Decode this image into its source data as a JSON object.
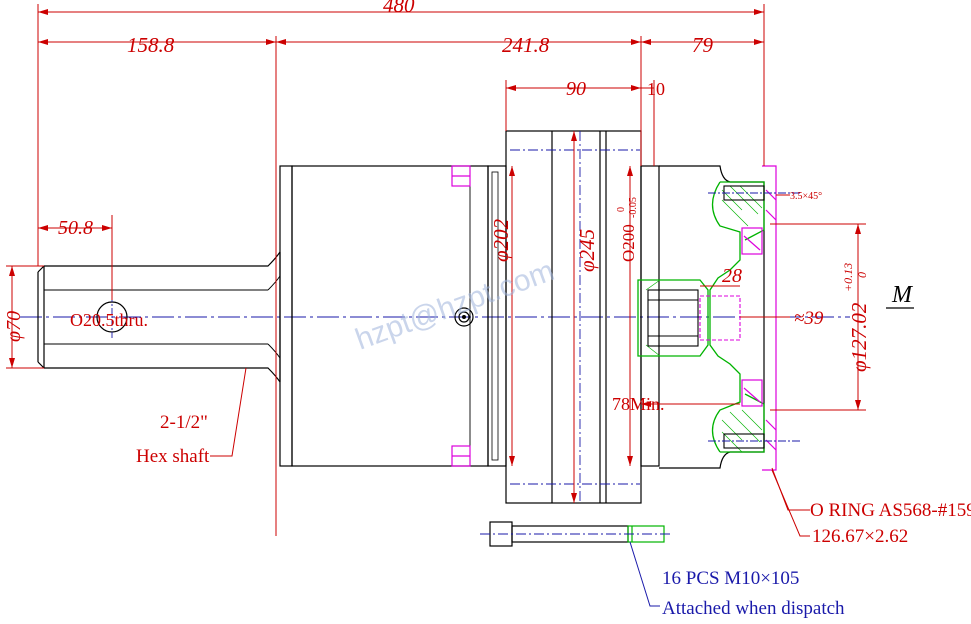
{
  "dimensions": {
    "overall_length": "480",
    "shaft_length": "158.8",
    "body_length": "241.8",
    "flange_length": "79",
    "housing_width": "90",
    "gap": "10",
    "hole_offset": "50.8",
    "shaft_dia": "φ70",
    "body_dia": "φ202",
    "housing_dia": "φ245",
    "pilot_dia": "O200",
    "pilot_tol_upper": "0",
    "pilot_tol_lower": "-0.05",
    "bore_depth": "28",
    "bore_dia": "≈39",
    "flange_bolt_dia": "φ127.02",
    "flange_tol_upper": "+0.13",
    "flange_tol_lower": "0",
    "chamfer": "3.5×45°",
    "min_length": "78Min."
  },
  "labels": {
    "cross_hole": "O20.5thru.",
    "hex_shaft_line1": "2-1/2\"",
    "hex_shaft_line2": "Hex shaft",
    "section_mark": "M",
    "oring_line1": "O RING AS568-#159",
    "oring_line2": "126.67×2.62",
    "bolts_line1": "16 PCS M10×105",
    "bolts_line2": "Attached when dispatch",
    "watermark": "hzpt@hzpt.com"
  },
  "colors": {
    "outline": "#000000",
    "dimension": "#cc0000",
    "centerline": "#1a1aaa",
    "seal": "#00b300",
    "highlight": "#dd00dd",
    "leader_blue": "#1a1aaa"
  }
}
